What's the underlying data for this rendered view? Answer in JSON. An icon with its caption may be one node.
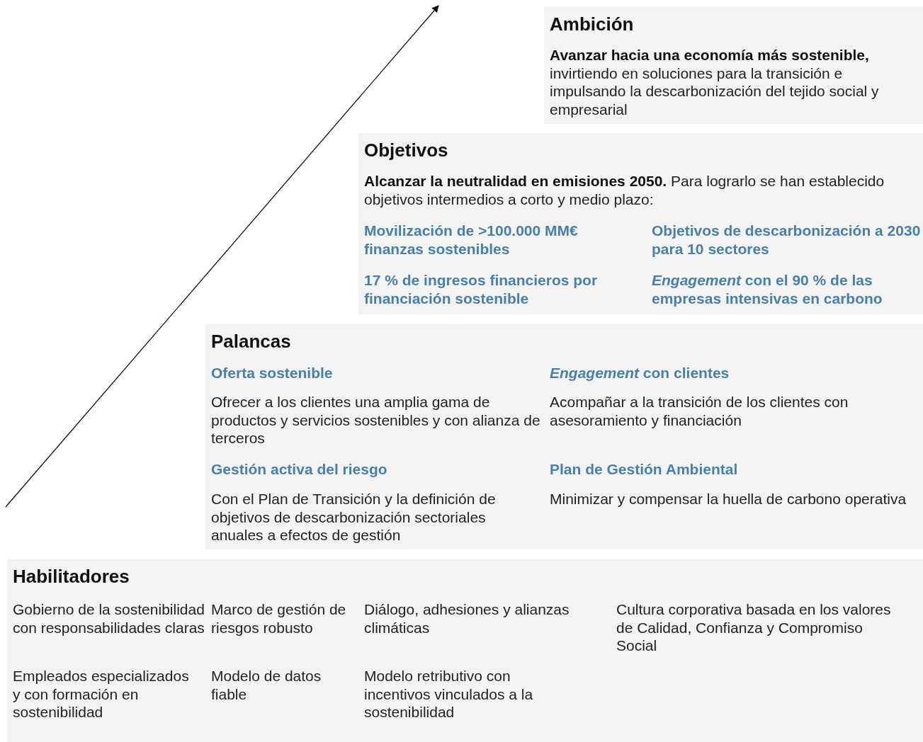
{
  "diagram": {
    "nodes": [
      {
        "text": [
          "Ambición",
          "**Avanzar hacia una economía más sostenible,** invirtiendo en soluciones para la transición e impulsando la descarbonización del tejido social y empresarial"
        ]
      },
      {
        "text": [
          "Objetivos",
          "**Alcanzar la neutralidad en emisiones 2050.** Para lograrlo se han establecido objetivos intermedios a corto y medio plazo:",
          "Movilización de >100.000 MM€ finanzas sostenibles",
          "Objetivos de descarbonización a 2030 para 10 sectores",
          "17 % de ingresos financieros por financiación sostenible",
          "*Engagement* con el 90 % de las empresas intensivas en carbono"
        ]
      },
      {
        "text": [
          "Palancas",
          "Oferta sostenible",
          "Ofrecer a los clientes una amplia gama de productos y servicios sostenibles y con alianza de terceros",
          "*Engagement* con clientes",
          "Acompañar a la transición de los clientes con asesoramiento y financiación",
          "Gestión activa del riesgo",
          "Con el Plan de Transición y la definición de objetivos de descarbonización sectoriales anuales a efectos de gestión",
          "Plan de Gestión Ambiental",
          "Minimizar y compensar la huella de carbono operativa"
        ]
      },
      {
        "text": [
          "Habilitadores",
          "Gobierno de la sostenibilidad con responsabilidades claras",
          "Marco de gestión de riesgos robusto",
          "Diálogo, adhesiones y alianzas climáticas",
          "Cultura corporativa basada en los valores de Calidad, Confianza y Compromiso Social",
          "Empleados especializados y con formación en sostenibilidad",
          "Modelo de datos fiable",
          "Modelo retributivo con incentivos vinculados a la sostenibilidad"
        ]
      }
    ]
  }
}
